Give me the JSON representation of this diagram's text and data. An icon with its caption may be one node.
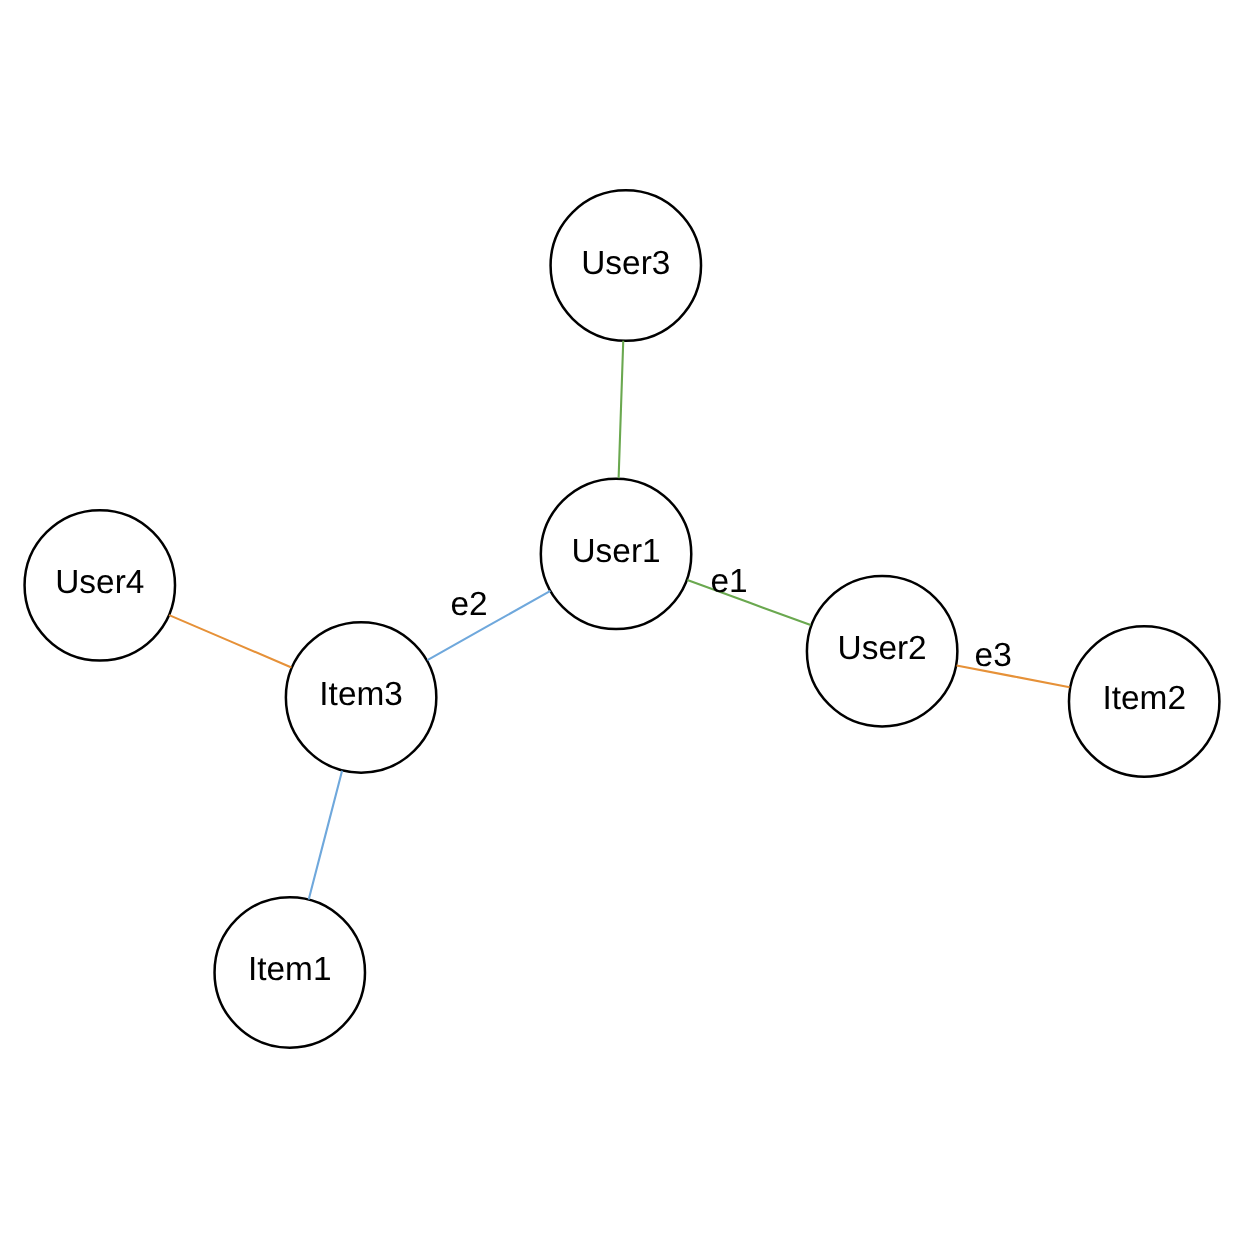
{
  "diagram": {
    "nodes": [
      {
        "text": [
          "User1"
        ]
      },
      {
        "text": [
          "Item1"
        ]
      },
      {
        "text": [
          "User2"
        ]
      },
      {
        "text": [
          "User4"
        ]
      },
      {
        "text": [
          "Item2"
        ]
      },
      {
        "text": [
          "User3"
        ]
      },
      {
        "text": [
          "Item3"
        ]
      }
    ],
    "edges": [
      {
        "from": 0,
        "to": 2,
        "arrow": "none",
        "label": "e1",
        "color": "#6aa84f"
      },
      {
        "from": 0,
        "to": 5,
        "arrow": "none",
        "color": "#6aa84f"
      },
      {
        "from": 0,
        "to": 6,
        "arrow": "none",
        "label": "e2",
        "color": "#6fa8dc"
      },
      {
        "from": 1,
        "to": 6,
        "arrow": "none",
        "color": "#6fa8dc"
      },
      {
        "from": 2,
        "to": 4,
        "arrow": "none",
        "label": "e3",
        "color": "#e69138"
      },
      {
        "from": 3,
        "to": 6,
        "arrow": "none",
        "color": "#e69138"
      }
    ]
  }
}
